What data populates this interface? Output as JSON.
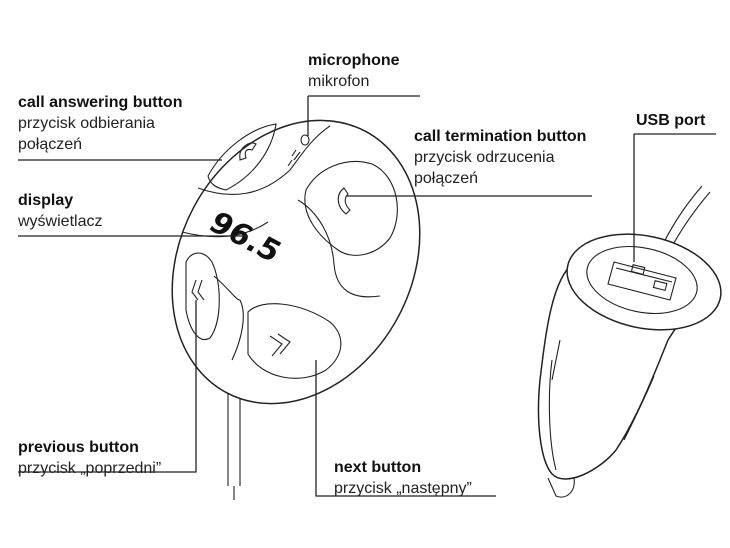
{
  "display_value": "96.5",
  "labels": {
    "microphone": {
      "en": "microphone",
      "pl": "mikrofon"
    },
    "call_answer": {
      "en": "call answering button",
      "pl1": "przycisk odbierania",
      "pl2": "połączeń"
    },
    "call_end": {
      "en": "call termination button",
      "pl1": "przycisk odrzucenia",
      "pl2": "połączeń"
    },
    "display": {
      "en": "display",
      "pl": "wyświetlacz"
    },
    "usb": {
      "en": "USB port"
    },
    "previous": {
      "en": "previous button",
      "pl": "przycisk „poprzedni”"
    },
    "next": {
      "en": "next button",
      "pl": "przycisk „następny”"
    }
  }
}
